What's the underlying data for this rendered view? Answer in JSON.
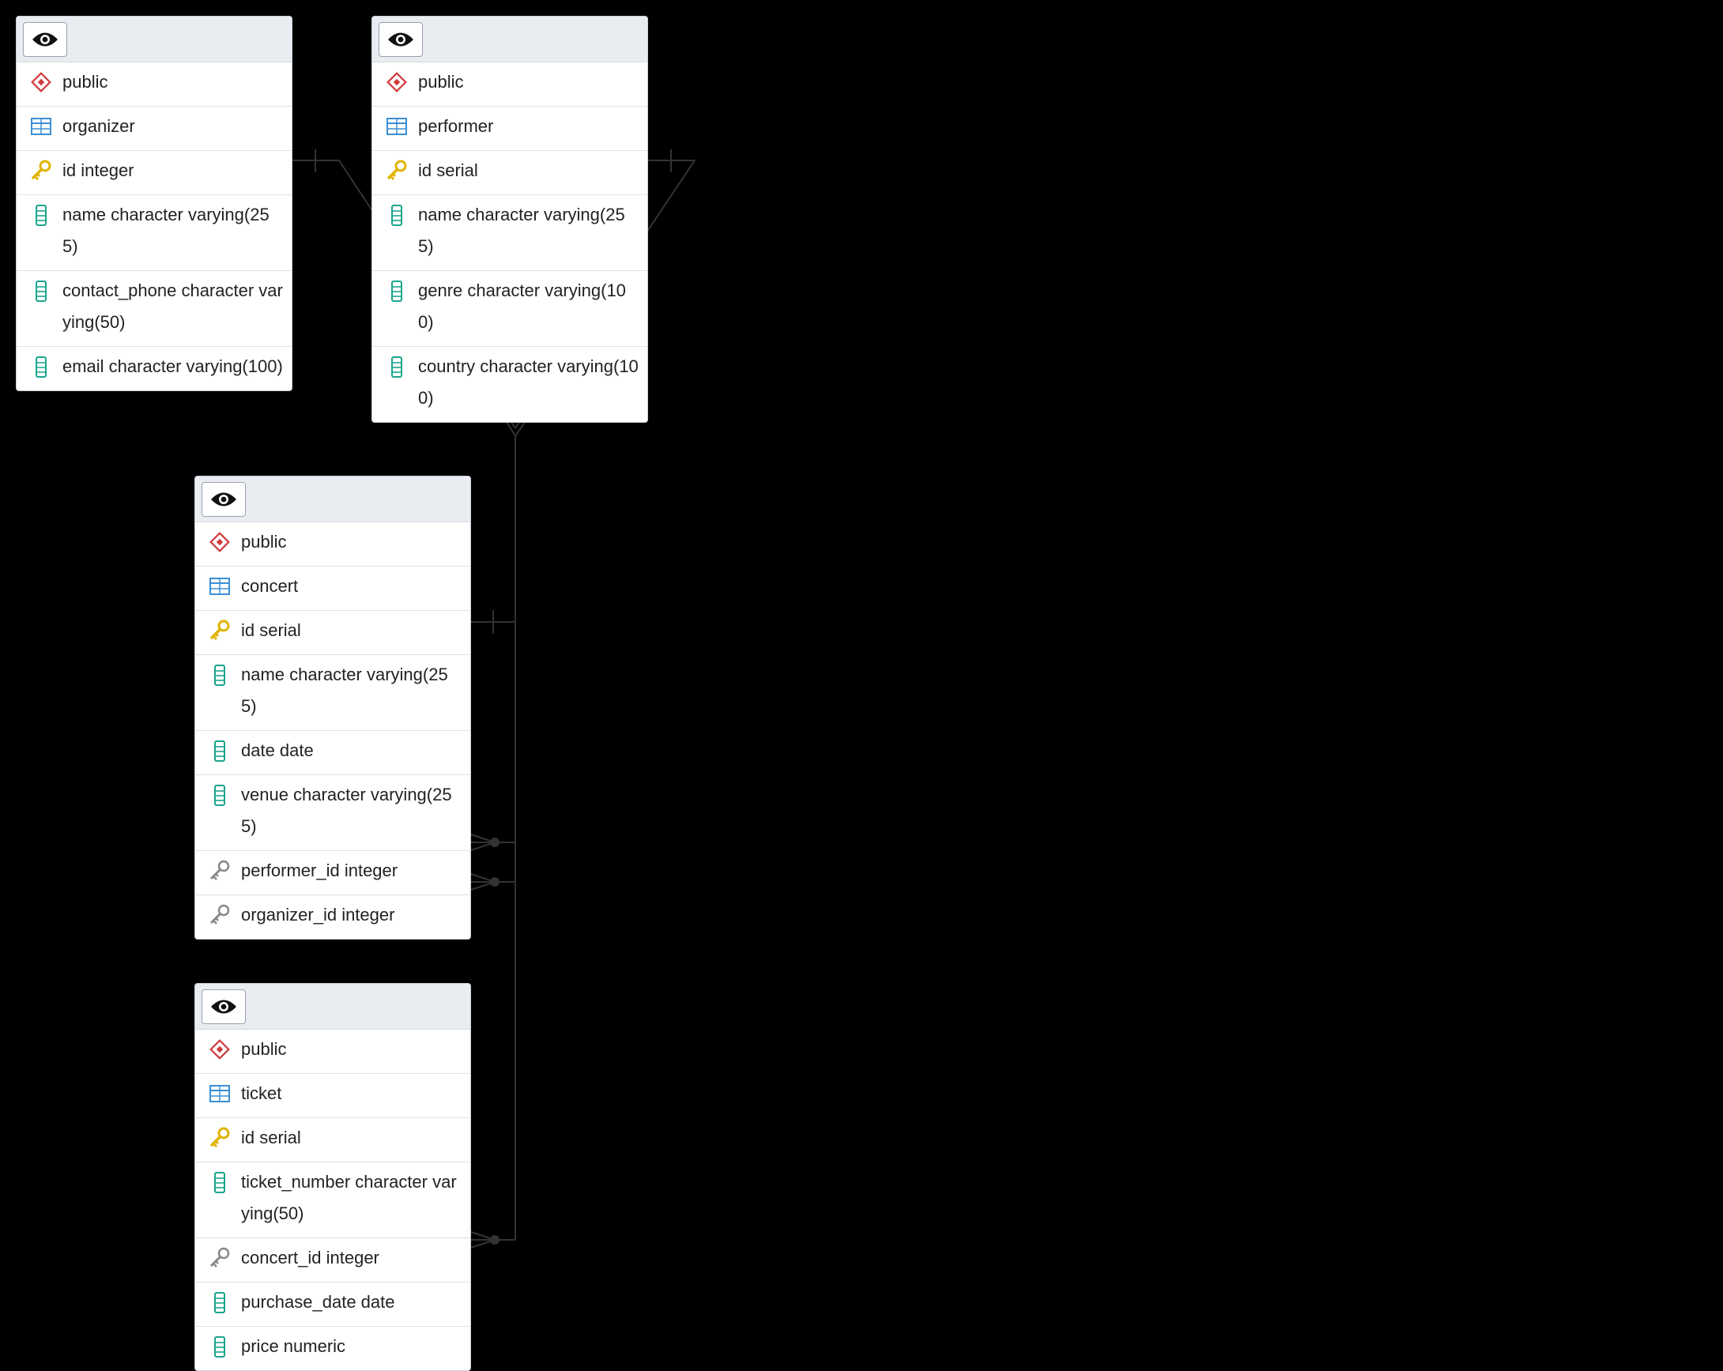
{
  "tables": {
    "organizer": {
      "schema": "public",
      "name": "organizer",
      "columns": [
        {
          "text": "id integer",
          "icon": "primary-key-icon"
        },
        {
          "text": "name character varying(255)",
          "icon": "column-icon"
        },
        {
          "text": "contact_phone character varying(50)",
          "icon": "column-icon"
        },
        {
          "text": "email character varying(100)",
          "icon": "column-icon"
        }
      ]
    },
    "performer": {
      "schema": "public",
      "name": "performer",
      "columns": [
        {
          "text": "id serial",
          "icon": "primary-key-icon"
        },
        {
          "text": "name character varying(255)",
          "icon": "column-icon"
        },
        {
          "text": "genre character varying(100)",
          "icon": "column-icon"
        },
        {
          "text": "country character varying(100)",
          "icon": "column-icon"
        }
      ]
    },
    "concert": {
      "schema": "public",
      "name": "concert",
      "columns": [
        {
          "text": "id serial",
          "icon": "primary-key-icon"
        },
        {
          "text": "name character varying(255)",
          "icon": "column-icon"
        },
        {
          "text": "date date",
          "icon": "column-icon"
        },
        {
          "text": "venue character varying(255)",
          "icon": "column-icon"
        },
        {
          "text": "performer_id integer",
          "icon": "foreign-key-icon"
        },
        {
          "text": "organizer_id integer",
          "icon": "foreign-key-icon"
        }
      ]
    },
    "ticket": {
      "schema": "public",
      "name": "ticket",
      "columns": [
        {
          "text": "id serial",
          "icon": "primary-key-icon"
        },
        {
          "text": "ticket_number character varying(50)",
          "icon": "column-icon"
        },
        {
          "text": "concert_id integer",
          "icon": "foreign-key-icon"
        },
        {
          "text": "purchase_date date",
          "icon": "column-icon"
        },
        {
          "text": "price numeric",
          "icon": "column-icon"
        }
      ]
    }
  },
  "relationships": [
    {
      "from": "concert.organizer_id",
      "to": "organizer.id",
      "cardinality": "many-to-one"
    },
    {
      "from": "concert.performer_id",
      "to": "performer.id",
      "cardinality": "many-to-one"
    },
    {
      "from": "ticket.concert_id",
      "to": "concert.id",
      "cardinality": "many-to-one"
    }
  ],
  "colors": {
    "canvas": "#000000",
    "header": "#e9edf2",
    "schema_icon": "#d0393b",
    "table_icon": "#3b8fd6",
    "primary_key_icon": "#e0b400",
    "column_icon": "#1aa58c",
    "foreign_key_icon": "#888888",
    "edge": "#333333"
  }
}
